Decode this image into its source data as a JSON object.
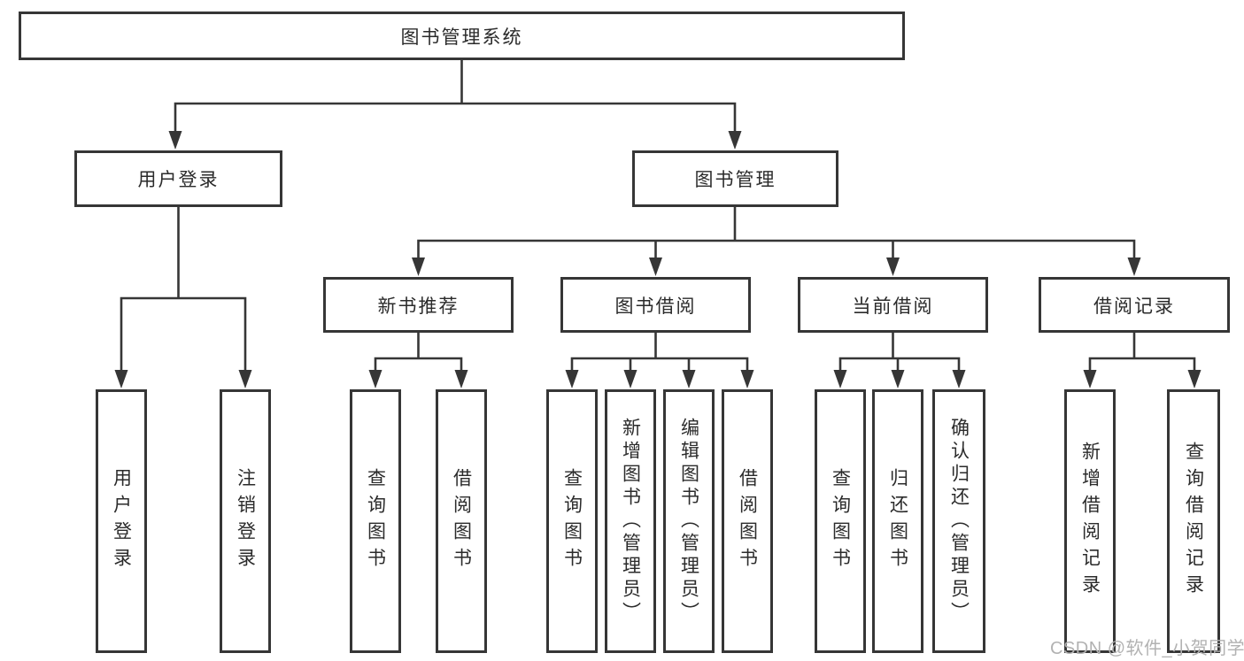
{
  "diagram": {
    "root": "图书管理系统",
    "branches": [
      {
        "label": "用户登录",
        "leaves": [
          "用户登录",
          "注销登录"
        ]
      },
      {
        "label": "图书管理",
        "groups": [
          {
            "label": "新书推荐",
            "leaves": [
              "查询图书",
              "借阅图书"
            ]
          },
          {
            "label": "图书借阅",
            "leaves": [
              "查询图书",
              "新增图书（管理员）",
              "编辑图书（管理员）",
              "借阅图书"
            ]
          },
          {
            "label": "当前借阅",
            "leaves": [
              "查询图书",
              "归还图书",
              "确认归还（管理员）"
            ]
          },
          {
            "label": "借阅记录",
            "leaves": [
              "新增借阅记录",
              "查询借阅记录"
            ]
          }
        ]
      }
    ]
  },
  "watermark": "CSDN @软件_小贺同学",
  "colors": {
    "line": "#363636",
    "box_border": "#363636",
    "box_fill": "#ffffff",
    "text": "#2b2b2b",
    "watermark": "#b2b2b2",
    "background": "#ffffff"
  }
}
